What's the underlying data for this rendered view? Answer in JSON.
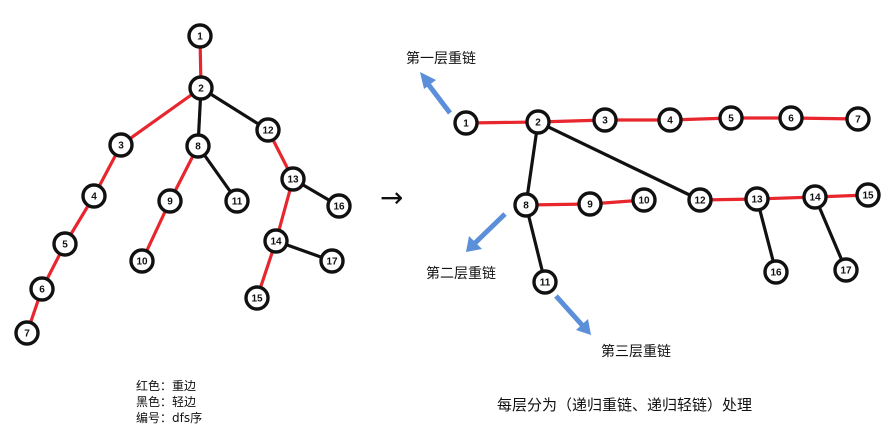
{
  "arrow_symbol": "→",
  "left_tree": {
    "nodes": [
      "1",
      "2",
      "3",
      "4",
      "5",
      "6",
      "7",
      "8",
      "9",
      "10",
      "11",
      "12",
      "13",
      "14",
      "15",
      "16",
      "17"
    ],
    "heavy_edges": [
      [
        "1",
        "2"
      ],
      [
        "2",
        "3"
      ],
      [
        "3",
        "4"
      ],
      [
        "4",
        "5"
      ],
      [
        "5",
        "6"
      ],
      [
        "6",
        "7"
      ],
      [
        "8",
        "9"
      ],
      [
        "9",
        "10"
      ],
      [
        "12",
        "13"
      ],
      [
        "13",
        "14"
      ],
      [
        "14",
        "15"
      ]
    ],
    "light_edges": [
      [
        "2",
        "8"
      ],
      [
        "2",
        "12"
      ],
      [
        "8",
        "11"
      ],
      [
        "13",
        "16"
      ],
      [
        "14",
        "17"
      ]
    ]
  },
  "right_tree": {
    "nodes": [
      "1",
      "2",
      "3",
      "4",
      "5",
      "6",
      "7",
      "8",
      "9",
      "10",
      "11",
      "12",
      "13",
      "14",
      "15",
      "16",
      "17"
    ],
    "heavy_edges": [
      [
        "1",
        "2"
      ],
      [
        "2",
        "3"
      ],
      [
        "3",
        "4"
      ],
      [
        "4",
        "5"
      ],
      [
        "5",
        "6"
      ],
      [
        "6",
        "7"
      ],
      [
        "8",
        "9"
      ],
      [
        "9",
        "10"
      ],
      [
        "12",
        "13"
      ],
      [
        "13",
        "14"
      ],
      [
        "14",
        "15"
      ]
    ],
    "light_edges": [
      [
        "2",
        "8"
      ],
      [
        "2",
        "12"
      ],
      [
        "8",
        "11"
      ],
      [
        "13",
        "16"
      ],
      [
        "14",
        "17"
      ]
    ]
  },
  "chain_labels": {
    "first": "第一层重链",
    "second": "第二层重链",
    "third": "第三层重链"
  },
  "legend": {
    "red": "红色：重边",
    "black": "黑色：轻边",
    "numbering": "编号：dfs序"
  },
  "caption": "每层分为（递归重链、递归轻链）处理",
  "colors": {
    "heavy_edge": "#e8262d",
    "light_edge": "#111111",
    "annotation_arrow": "#5b8fd9"
  }
}
